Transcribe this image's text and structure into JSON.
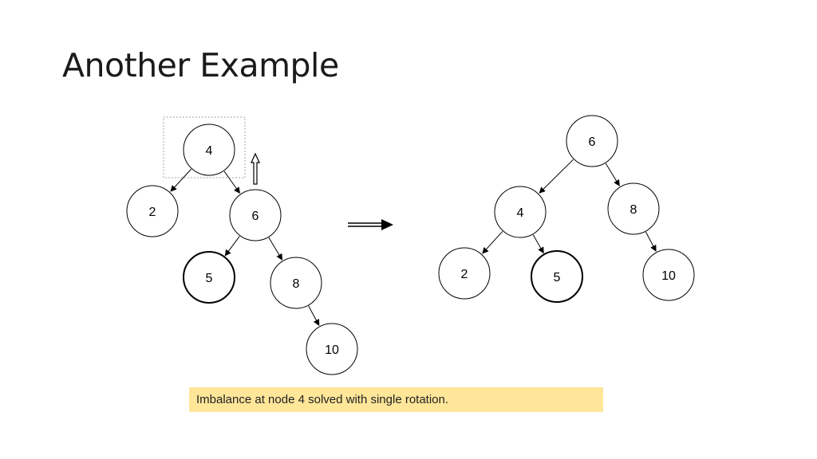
{
  "slide": {
    "title": "Another Example",
    "caption": "Imbalance at node 4 solved with single rotation.",
    "colors": {
      "caption_bg": "#ffe699",
      "node_stroke": "#000000",
      "highlight_box": "#a6a6a6"
    }
  },
  "trees": [
    {
      "name": "before-rotation",
      "nodes": [
        {
          "id": "b4",
          "label": "4"
        },
        {
          "id": "b2",
          "label": "2"
        },
        {
          "id": "b6",
          "label": "6"
        },
        {
          "id": "b5",
          "label": "5",
          "emphasized": true
        },
        {
          "id": "b8",
          "label": "8"
        },
        {
          "id": "b10",
          "label": "10"
        }
      ],
      "edges": [
        [
          "b4",
          "b2"
        ],
        [
          "b4",
          "b6"
        ],
        [
          "b6",
          "b5"
        ],
        [
          "b6",
          "b8"
        ],
        [
          "b8",
          "b10"
        ]
      ],
      "highlighted_node": "b4"
    },
    {
      "name": "after-rotation",
      "nodes": [
        {
          "id": "a6",
          "label": "6"
        },
        {
          "id": "a4",
          "label": "4"
        },
        {
          "id": "a8",
          "label": "8"
        },
        {
          "id": "a2",
          "label": "2"
        },
        {
          "id": "a5",
          "label": "5",
          "emphasized": true
        },
        {
          "id": "a10",
          "label": "10"
        }
      ],
      "edges": [
        [
          "a6",
          "a4"
        ],
        [
          "a6",
          "a8"
        ],
        [
          "a4",
          "a2"
        ],
        [
          "a4",
          "a5"
        ],
        [
          "a8",
          "a10"
        ]
      ]
    }
  ],
  "icons": {
    "up_arrow": "up-arrow-icon",
    "transform_arrow": "double-right-arrow-icon"
  }
}
